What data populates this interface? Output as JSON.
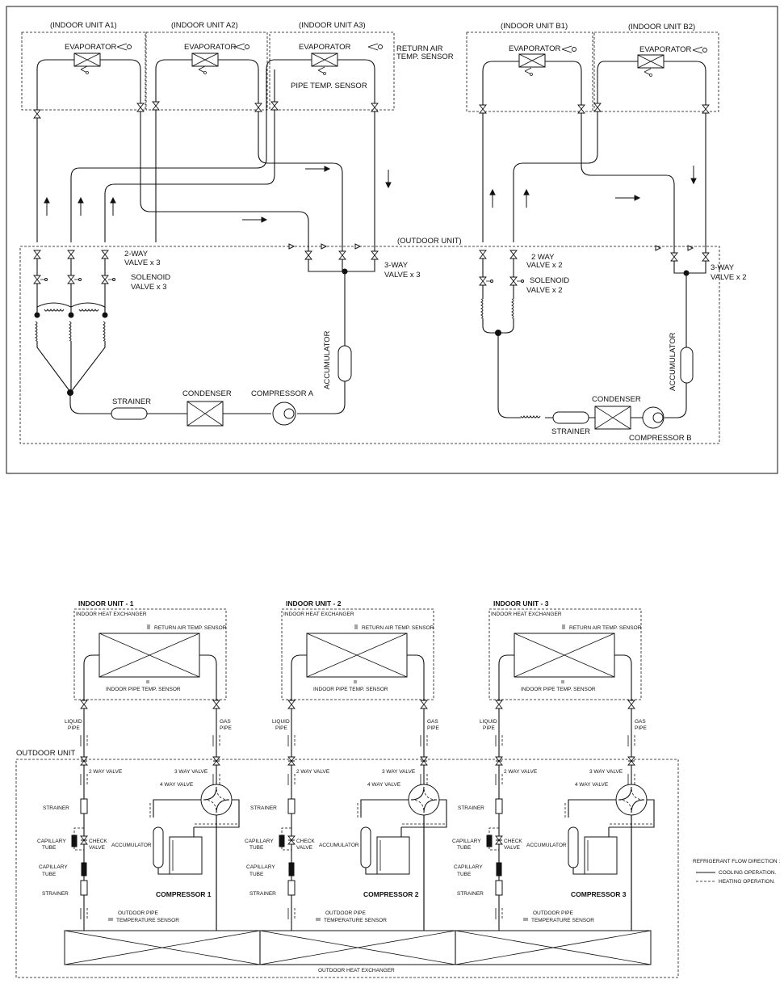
{
  "top": {
    "indoor_units": [
      "(INDOOR UNIT A1)",
      "(INDOOR UNIT A2)",
      "(INDOOR UNIT A3)",
      "(INDOOR UNIT B1)",
      "(INDOOR UNIT B2)"
    ],
    "evaporator": "EVAPORATOR",
    "return_air_1": "RETURN AIR",
    "return_air_2": "TEMP. SENSOR",
    "pipe_temp": "PIPE TEMP. SENSOR",
    "outdoor_unit": "(OUTDOOR UNIT)",
    "a": {
      "twoway_1": "2-WAY",
      "twoway_2": "VALVE x 3",
      "solenoid_1": "SOLENOID",
      "solenoid_2": "VALVE x 3",
      "threeway_1": "3-WAY",
      "threeway_2": "VALVE x 3",
      "accumulator": "ACCUMULATOR",
      "strainer": "STRAINER",
      "condenser": "CONDENSER",
      "compressor": "COMPRESSOR  A"
    },
    "b": {
      "twoway_1": "2 WAY",
      "twoway_2": "VALVE x 2",
      "solenoid_1": "SOLENOID",
      "solenoid_2": "VALVE x 2",
      "threeway_1": "3-WAY",
      "threeway_2": "VALVE x 2",
      "accumulator": "ACCUMULATOR",
      "strainer": "STRAINER",
      "condenser": "CONDENSER",
      "compressor": "COMPRESSOR  B"
    }
  },
  "bottom": {
    "indoor_titles": [
      "INDOOR UNIT - 1",
      "INDOOR UNIT - 2",
      "INDOOR UNIT - 3"
    ],
    "indoor_hx": "INDOOR HEAT EXCHANGER",
    "return_air": "RETURN AIR TEMP. SENSOR",
    "indoor_pipe": "INDOOR PIPE TEMP. SENSOR",
    "liquid_1": "LIQUID",
    "liquid_2": "PIPE",
    "gas_1": "GAS",
    "gas_2": "PIPE",
    "outdoor_unit": "OUTDOOR UNIT",
    "two_way": "2 WAY VALVE",
    "three_way": "3 WAY VALVE",
    "four_way": "4 WAY VALVE",
    "strainer": "STRAINER",
    "capillary_1": "CAPILLARY",
    "capillary_2": "TUBE",
    "check_1": "CHECK",
    "check_2": "VALVE",
    "accumulator": "ACCUMULATOR",
    "compressors": [
      "COMPRESSOR 1",
      "COMPRESSOR 2",
      "COMPRESSOR 3"
    ],
    "outdoor_pipe_1": "OUTDOOR PIPE",
    "outdoor_pipe_2": "TEMPERATURE SENSOR",
    "outdoor_hx": "OUTDOOR HEAT EXCHANGER",
    "legend": {
      "title": "REFRIGERANT FLOW DIRECTION :",
      "cooling": "COOLING OPERATION.",
      "heating": "HEATING OPERATION."
    }
  }
}
